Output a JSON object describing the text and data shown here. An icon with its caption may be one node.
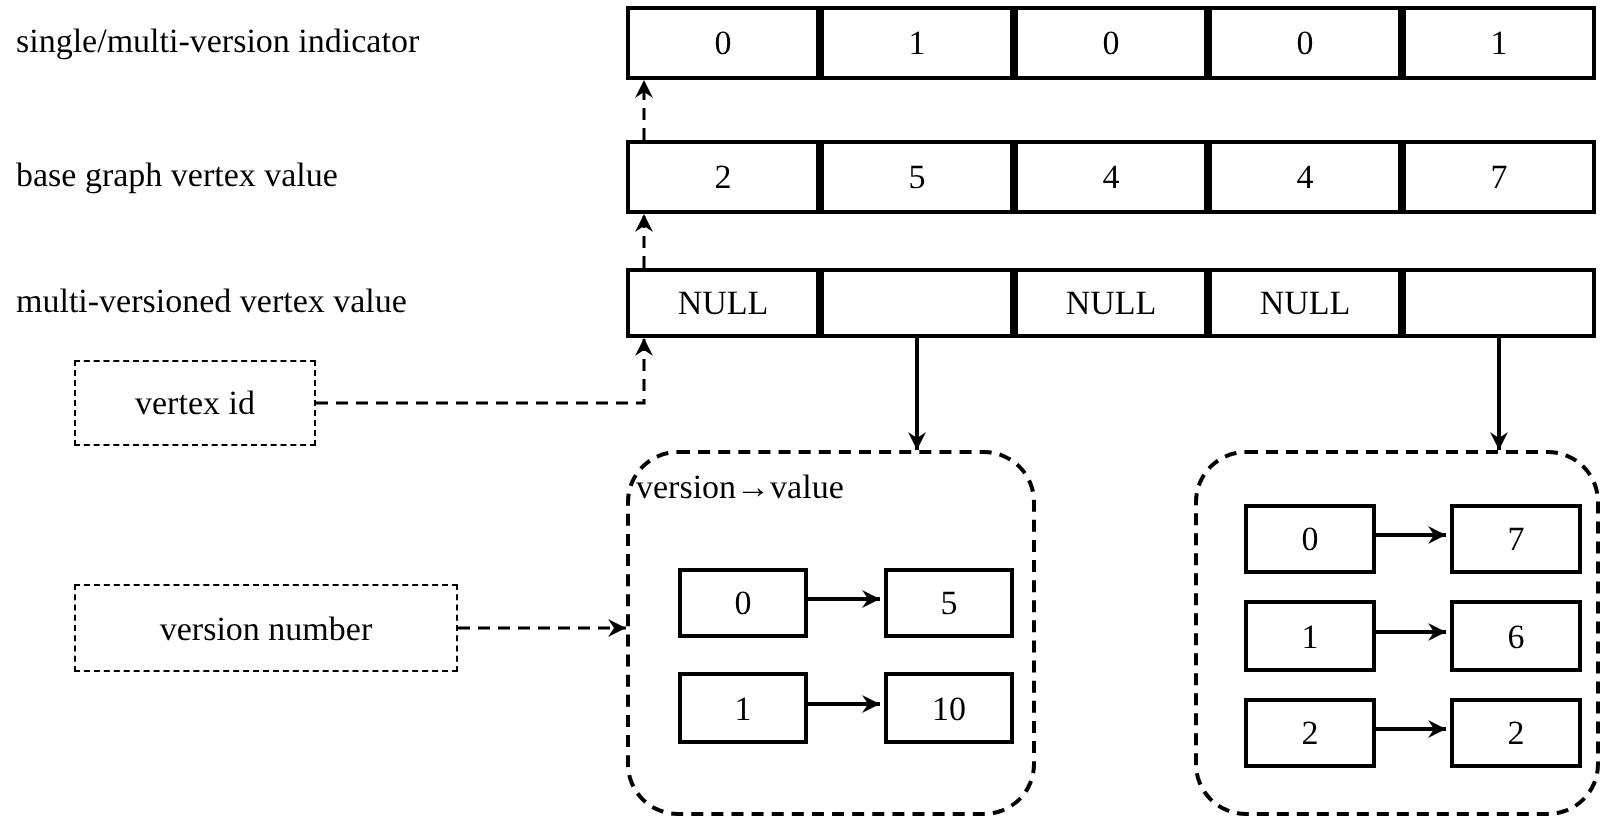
{
  "diagram": {
    "nodes": [
      {
        "text": [
          "0"
        ]
      },
      {
        "text": [
          "1"
        ]
      },
      {
        "text": [
          "0"
        ]
      },
      {
        "text": [
          "0"
        ]
      },
      {
        "text": [
          "1"
        ]
      },
      {
        "text": [
          "2"
        ]
      },
      {
        "text": [
          "5"
        ]
      },
      {
        "text": [
          "4"
        ]
      },
      {
        "text": [
          "4"
        ]
      },
      {
        "text": [
          "7"
        ]
      },
      {
        "text": [
          "NULL"
        ]
      },
      {
        "text": [],
        "shape": "box"
      },
      {
        "text": [
          "NULL"
        ]
      },
      {
        "text": [
          "NULL"
        ]
      },
      {
        "text": [],
        "shape": "box"
      },
      {
        "text": [
          "vertex id"
        ]
      },
      {
        "text": [
          "version→value"
        ]
      },
      {
        "text": [
          "0"
        ],
        "in": 16
      },
      {
        "text": [
          "5"
        ],
        "in": 16
      },
      {
        "text": [
          "1"
        ],
        "in": 16
      },
      {
        "text": [
          "10"
        ],
        "in": 16
      },
      {
        "text": [
          "version number"
        ]
      },
      {
        "text": [],
        "shape": "box"
      },
      {
        "text": [
          "0"
        ],
        "in": 22
      },
      {
        "text": [
          "7"
        ],
        "in": 22
      },
      {
        "text": [
          "1"
        ],
        "in": 22
      },
      {
        "text": [
          "6"
        ],
        "in": 22
      },
      {
        "text": [
          "2"
        ],
        "in": 22
      },
      {
        "text": [
          "2"
        ],
        "in": 22
      }
    ],
    "edges": [
      {
        "from": 15,
        "to": 10,
        "arrow": "to",
        "style": "dashed"
      },
      {
        "from": 10,
        "to": 5,
        "arrow": "to",
        "style": "dashed"
      },
      {
        "from": 5,
        "to": 0,
        "arrow": "to",
        "style": "dashed"
      },
      {
        "from": 11,
        "to": 16,
        "arrow": "to"
      },
      {
        "from": 14,
        "to": 22,
        "arrow": "to"
      },
      {
        "from": 21,
        "to": 16,
        "arrow": "to",
        "style": "dashed"
      },
      {
        "from": 17,
        "to": 18,
        "arrow": "to"
      },
      {
        "from": 19,
        "to": 20,
        "arrow": "to"
      },
      {
        "from": 23,
        "to": 24,
        "arrow": "to"
      },
      {
        "from": 25,
        "to": 26,
        "arrow": "to"
      },
      {
        "from": 27,
        "to": 28,
        "arrow": "to"
      }
    ],
    "labels": [
      "single/multi-version indicator",
      "base graph vertex value",
      "multi-versioned vertex value"
    ]
  }
}
